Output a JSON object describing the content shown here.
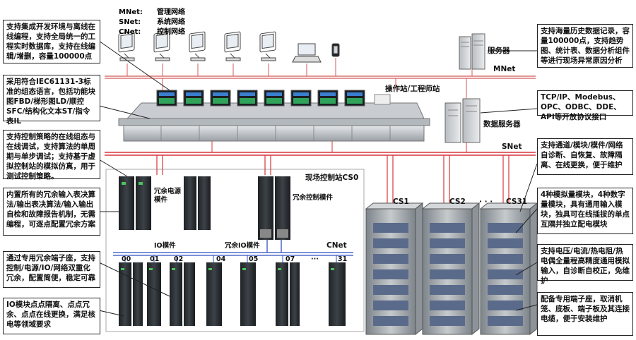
{
  "legend": [
    {
      "code": "MNet:",
      "desc": "管理网络"
    },
    {
      "code": "SNet:",
      "desc": "系统网络"
    },
    {
      "code": "CNet:",
      "desc": "控制网络"
    }
  ],
  "networks": {
    "mnet": "MNet",
    "snet": "SNet",
    "cnet": "CNet"
  },
  "labels": {
    "server": "服务器",
    "operator_station": "操作站/工程师站",
    "data_server": "数据服务器",
    "field_station": "现场控制站CS0",
    "redundant_power": "冗余电源模件",
    "redundant_controller": "冗余控制模件",
    "io_module": "IO模件",
    "redundant_io": "冗余IO模件",
    "cabinet_cs1": "CS1",
    "cabinet_cs2": "CS2",
    "cabinet_dots": "· · ·",
    "cabinet_cs31": "CS31"
  },
  "slots": [
    "00",
    "01",
    "02",
    "04",
    "05",
    "07",
    "···",
    "31"
  ],
  "notes_left": [
    "支持集成开发环境与离线在线编程，支持全局统一的工程实时数据库，支持在线编辑/增删，容量100000点",
    "采用符合IEC61131-3标准的组态语言，包括功能块图FBD/梯形图LD/顺控SFC/结构化文本ST/指令表IL",
    "支持控制策略的在线组态与在线调试，支持算法的单周期与单步调试；支持基于虚拟控制站的模拟仿真，用于测试控制策略。",
    "内置所有的冗余输入表决算法/输出表决算法/输入输出自检和故障报告机制，无需编程，可逐点配置冗余方案",
    "通过专用冗余端子座，支持控制/电源/IO/网络双重化冗余，配置简便，稳定可靠",
    "IO模块点点隔离、点点冗余、点点在线更换，满足核电等领域要求"
  ],
  "notes_right": [
    "支持海量历史数据记录，容量100000点，支持趋势图、统计表、数据分析组件等进行现场异常原因分析",
    "TCP/IP、Modebus、OPC、ODBC、DDE、API等开放协议接口",
    "支持通道/模块/模件/网络自诊断、自恢复、故障隔离、在线更换，便于维护",
    "4种模拟量模块，4种数字量模块，具有通用输入模块，独具可在线插拔的单点互隔并独立配电模块",
    "支持电压/电流/热电阻/热电偶全量程高精度通用模拟输入，自诊断自校正，免维护",
    "配备专用端子座，取消机笼、底板、端子板及其连接电缆，便于安装维护"
  ]
}
